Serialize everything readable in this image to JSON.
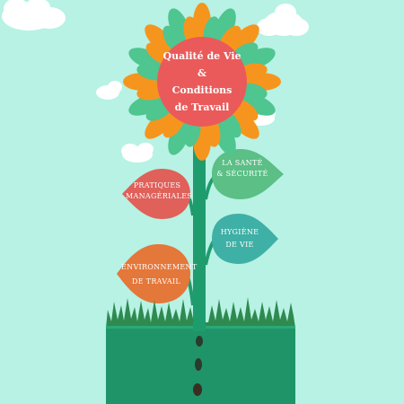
{
  "flower": {
    "center_text": "Qualité de Vie\n&\nConditions\nde Travail"
  },
  "leaves": [
    {
      "text": "LA SANTÉ\n& SÉCURITÉ",
      "color": "#5bbf86"
    },
    {
      "text": "PRATIQUES\nMANAGÉRIALES",
      "color": "#e0605a"
    },
    {
      "text": "HYGIÈNE\nDE VIE",
      "color": "#3fb0a6"
    },
    {
      "text": "ENVIRONNEMENT\nDE TRAVAIL",
      "color": "#e4773a"
    }
  ],
  "colors": {
    "background": "#b7f2e4",
    "petal_outer": "#f6951d",
    "petal_inner": "#4fc590",
    "center": "#ea5a5a",
    "stem": "#1f9c6e",
    "pot": "#1f9468",
    "grass": "#2f8a50",
    "seed": "#3a3a2c"
  }
}
